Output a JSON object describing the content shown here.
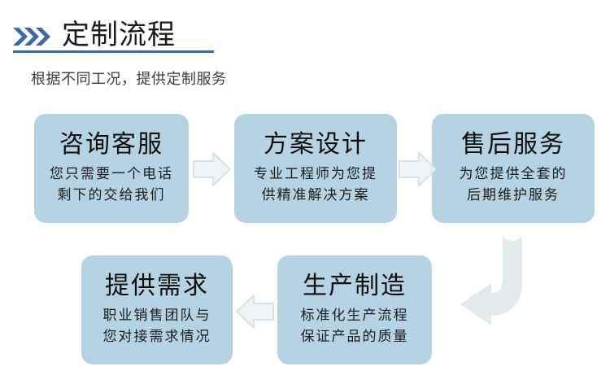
{
  "header": {
    "icon": "triple-chevron-right-icon",
    "title": "定制流程",
    "subtitle": "根据不同工况，提供定制服务",
    "underline_color": "#3b6ba5",
    "icon_color": "#3b6ba5"
  },
  "theme": {
    "box_fill": "#b5d3e3",
    "arrow_fill": "#e6eef1",
    "arrow_stroke": "#d2dee2",
    "title_color": "#0d0d0d",
    "body_color": "#1c1c1c",
    "page_background": "#ffffff"
  },
  "flow": {
    "steps": [
      {
        "id": "step-1",
        "title": "咨询客服",
        "lines": [
          "您只需要一个电话",
          "剩下的交给我们"
        ]
      },
      {
        "id": "step-2",
        "title": "方案设计",
        "lines": [
          "专业工程师为您提",
          "供精准解决方案"
        ]
      },
      {
        "id": "step-3",
        "title": "售后服务",
        "lines": [
          "为您提供全套的",
          "后期维护服务"
        ]
      },
      {
        "id": "step-4",
        "title": "提供需求",
        "lines": [
          "职业销售团队与",
          "您对接需求情况"
        ]
      },
      {
        "id": "step-5",
        "title": "生产制造",
        "lines": [
          "标准化生产流程",
          "保证产品的质量"
        ]
      }
    ],
    "connectors": [
      {
        "id": "connector-1-2",
        "icon": "arrow-right-icon",
        "from": "step-1",
        "to": "step-2"
      },
      {
        "id": "connector-2-3",
        "icon": "arrow-right-icon",
        "from": "step-2",
        "to": "step-3"
      },
      {
        "id": "connector-3-5",
        "icon": "arrow-uturn-down-left-icon",
        "from": "step-3",
        "to": "step-5"
      },
      {
        "id": "connector-5-4",
        "icon": "arrow-left-icon",
        "from": "step-5",
        "to": "step-4"
      }
    ]
  }
}
